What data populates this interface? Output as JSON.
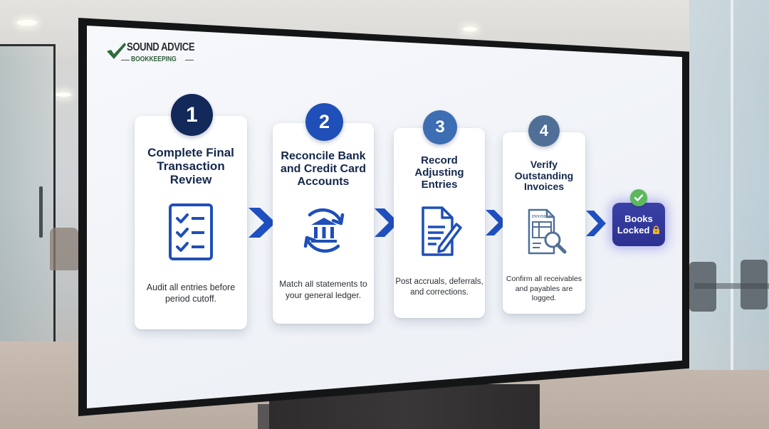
{
  "logo": {
    "title": "SOUND ADVICE",
    "subtitle": "BOOKKEEPING",
    "icon": "checkmark-icon",
    "colors": {
      "check": "#2e6b3a",
      "title": "#2b2e30",
      "subtitle": "#2e5d3a"
    }
  },
  "steps": [
    {
      "number": "1",
      "title_lines": [
        "Complete Final",
        "Transaction",
        "Review"
      ],
      "icon": "checklist-icon",
      "description_lines": [
        "Audit all entries before",
        "period cutoff."
      ],
      "circle_color": "#13295a"
    },
    {
      "number": "2",
      "title_lines": [
        "Reconcile Bank",
        "and Credit Card",
        "Accounts"
      ],
      "icon": "bank-reconcile-icon",
      "description_lines": [
        "Match all statements to",
        "your general ledger."
      ],
      "circle_color": "#1f4fb8"
    },
    {
      "number": "3",
      "title_lines": [
        "Record",
        "Adjusting",
        "Entries"
      ],
      "icon": "document-edit-icon",
      "description_lines": [
        "Post accruals, deferrals,",
        "and corrections."
      ],
      "circle_color": "#3d6db3"
    },
    {
      "number": "4",
      "title_lines": [
        "Verify",
        "Outstanding",
        "Invoices"
      ],
      "icon": "invoice-search-icon",
      "icon_label": "INVOICE",
      "description_lines": [
        "Confirm all receivables",
        "and payables are logged."
      ],
      "circle_color": "#4f6f96"
    }
  ],
  "arrows": {
    "icon": "chevron-right-icon",
    "color": "#1f4fc0"
  },
  "final": {
    "line1": "Books",
    "line2": "Locked",
    "lock_icon": "lock-icon",
    "check_icon": "check-circle-icon",
    "bg_color": "#2f3496",
    "check_color": "#5cb85c",
    "lock_color": "#f0b429"
  },
  "colors": {
    "title_text": "#14284b",
    "icon_blue": "#1f4fb8",
    "icon_slate": "#4f6f96"
  }
}
